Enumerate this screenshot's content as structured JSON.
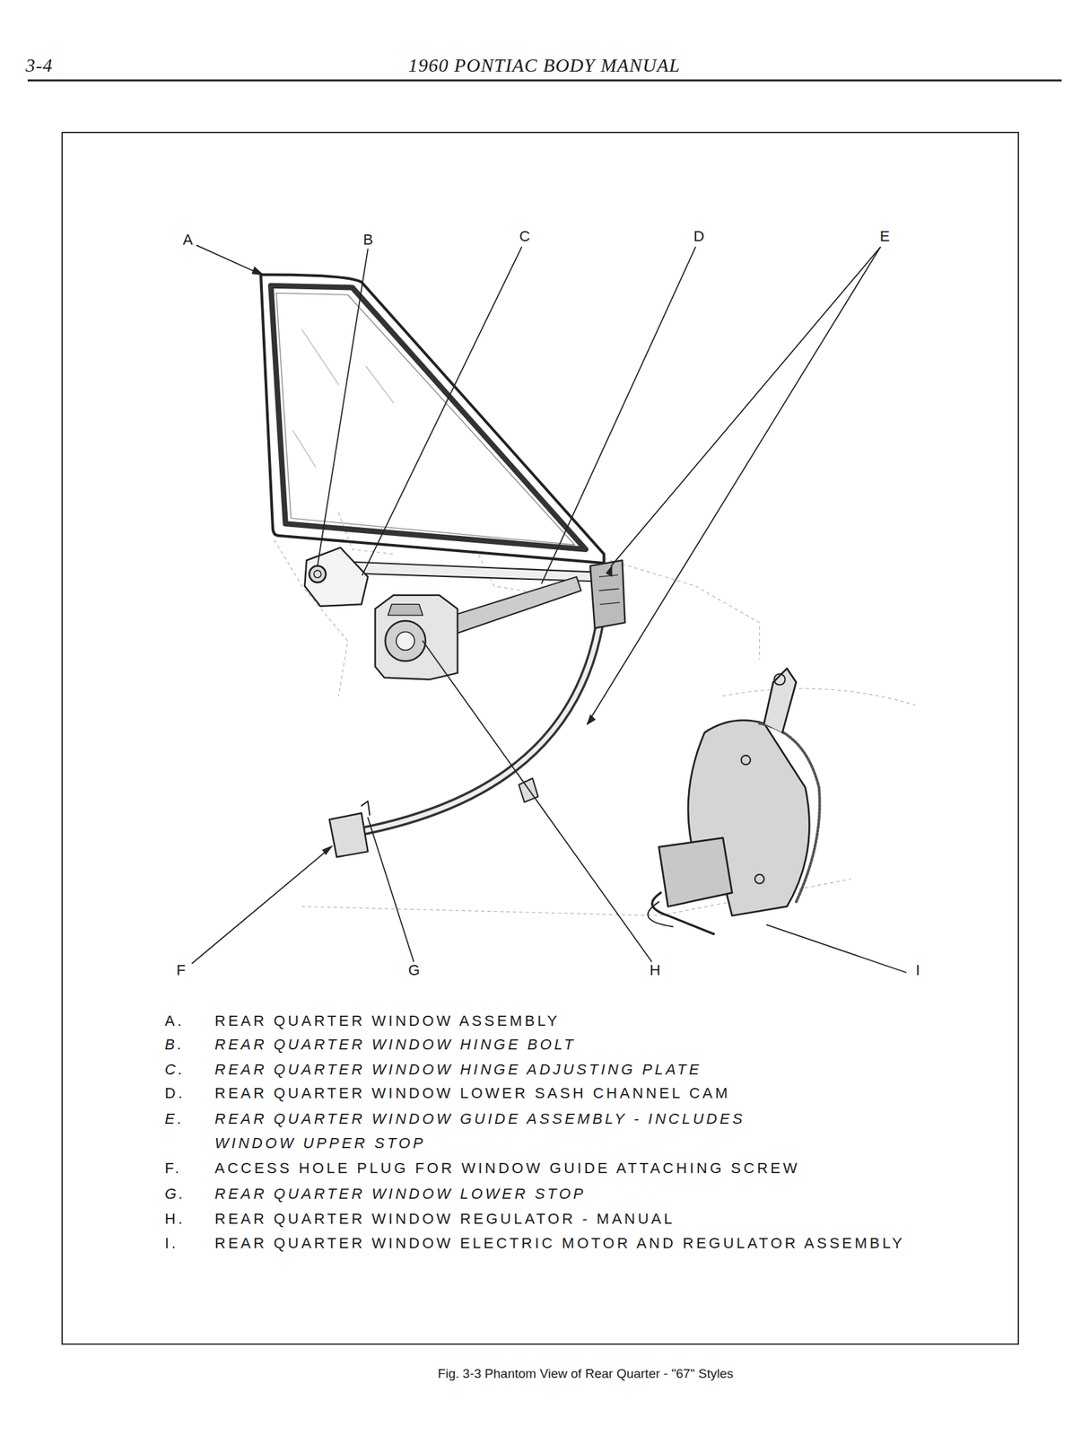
{
  "diagram": {
    "title": "1960 PONTIAC BODY MANUAL",
    "caption": "Fig. 3-3 Phantom View of Rear Quarter - \"67\" Styles",
    "labels": [
      "3-4",
      "A",
      "B",
      "C",
      "D",
      "E",
      "F",
      "G",
      "H",
      "I",
      "A.",
      "REAR QUARTER WINDOW ASSEMBLY",
      "B.",
      "REAR QUARTER WINDOW HINGE BOLT",
      "C.",
      "REAR QUARTER WINDOW HINGE ADJUSTING PLATE",
      "D.",
      "REAR QUARTER WINDOW LOWER SASH CHANNEL CAM",
      "E.",
      "REAR QUARTER WINDOW GUIDE ASSEMBLY - INCLUDES WINDOW UPPER STOP",
      "F.",
      "ACCESS HOLE PLUG FOR WINDOW GUIDE ATTACHING SCREW",
      "G.",
      "REAR QUARTER WINDOW LOWER STOP",
      "H.",
      "REAR QUARTER WINDOW REGULATOR - MANUAL",
      "I.",
      "REAR QUARTER WINDOW ELECTRIC MOTOR AND REGULATOR ASSEMBLY"
    ]
  }
}
